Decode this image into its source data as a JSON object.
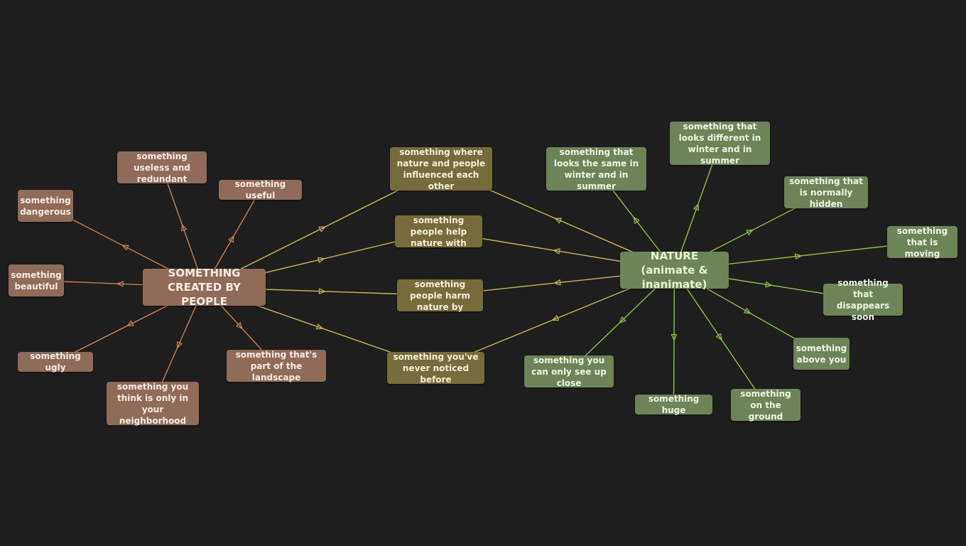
{
  "colors": {
    "background": "#1e1e1e",
    "created_node": "#8f6b58",
    "created_edge": "#c8824f",
    "middle_node": "#756b3b",
    "middle_edge": "#c9b64e",
    "nature_node": "#6c8456",
    "nature_edge": "#8fc33e"
  },
  "nodes": {
    "created_hub": "SOMETHING CREATED BY PEOPLE",
    "nature_hub": "NATURE (animate & inanimate)",
    "c_useless": "something useless and redundant",
    "c_useful": "something useful",
    "c_dangerous": "something dangerous",
    "c_beautiful": "something beautiful",
    "c_ugly": "something ugly",
    "c_neighborhood": "something you think is only in your neighborhood",
    "c_landscape": "something that's part of the landscape",
    "m_influenced": "something where nature and people influenced each other",
    "m_help": "something people help nature with",
    "m_harm": "something people harm nature by",
    "m_never": "something you've never noticed before",
    "n_same": "something that looks the same in winter and in summer",
    "n_different": "something that looks different in winter and in summer",
    "n_hidden": "something that is normally hidden",
    "n_moving": "something that is moving",
    "n_disappears": "something that disappears soon",
    "n_above": "something above you",
    "n_ground": "something on the ground",
    "n_huge": "something huge",
    "n_close": "something you can only see up close"
  },
  "edges": [
    {
      "from": "created_hub",
      "to": "c_useless",
      "group": "created"
    },
    {
      "from": "created_hub",
      "to": "c_useful",
      "group": "created"
    },
    {
      "from": "created_hub",
      "to": "c_dangerous",
      "group": "created"
    },
    {
      "from": "created_hub",
      "to": "c_beautiful",
      "group": "created"
    },
    {
      "from": "created_hub",
      "to": "c_ugly",
      "group": "created"
    },
    {
      "from": "created_hub",
      "to": "c_neighborhood",
      "group": "created"
    },
    {
      "from": "created_hub",
      "to": "c_landscape",
      "group": "created"
    },
    {
      "from": "created_hub",
      "to": "m_influenced",
      "group": "mid"
    },
    {
      "from": "created_hub",
      "to": "m_help",
      "group": "mid"
    },
    {
      "from": "created_hub",
      "to": "m_harm",
      "group": "mid"
    },
    {
      "from": "created_hub",
      "to": "m_never",
      "group": "mid"
    },
    {
      "from": "nature_hub",
      "to": "m_influenced",
      "group": "mid"
    },
    {
      "from": "nature_hub",
      "to": "m_help",
      "group": "mid"
    },
    {
      "from": "nature_hub",
      "to": "m_harm",
      "group": "mid"
    },
    {
      "from": "nature_hub",
      "to": "m_never",
      "group": "mid"
    },
    {
      "from": "nature_hub",
      "to": "n_same",
      "group": "nature"
    },
    {
      "from": "nature_hub",
      "to": "n_different",
      "group": "nature"
    },
    {
      "from": "nature_hub",
      "to": "n_hidden",
      "group": "nature"
    },
    {
      "from": "nature_hub",
      "to": "n_moving",
      "group": "nature"
    },
    {
      "from": "nature_hub",
      "to": "n_disappears",
      "group": "nature"
    },
    {
      "from": "nature_hub",
      "to": "n_above",
      "group": "nature"
    },
    {
      "from": "nature_hub",
      "to": "n_ground",
      "group": "nature"
    },
    {
      "from": "nature_hub",
      "to": "n_huge",
      "group": "nature"
    },
    {
      "from": "nature_hub",
      "to": "n_close",
      "group": "nature"
    }
  ]
}
